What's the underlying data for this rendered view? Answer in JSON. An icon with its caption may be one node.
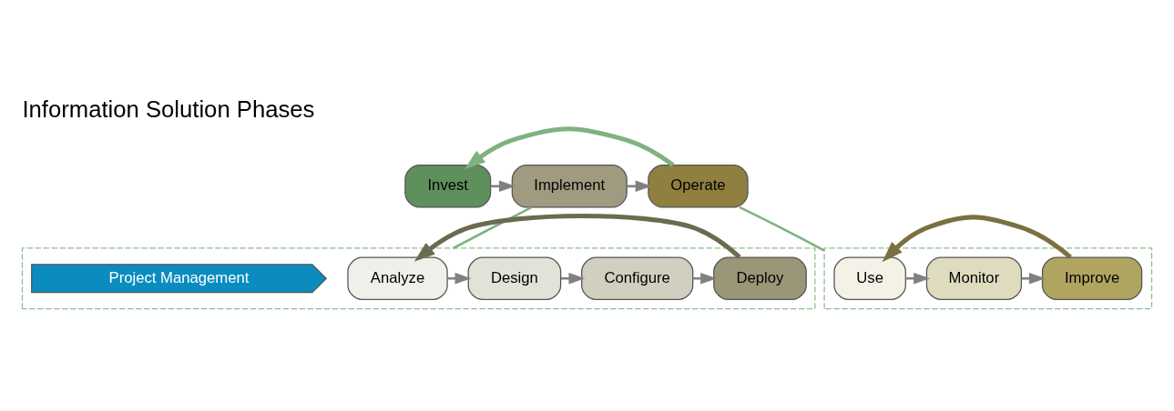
{
  "diagram": {
    "title": "Information Solution Phases",
    "nodes": [
      {
        "text": [
          "Invest"
        ]
      },
      {
        "text": [
          "Implement"
        ]
      },
      {
        "text": [
          "Operate"
        ]
      },
      {
        "text": [],
        "shape": "box"
      },
      {
        "text": [
          "Analyze"
        ],
        "in": 3
      },
      {
        "text": [
          "Design"
        ],
        "in": 3
      },
      {
        "text": [
          "Configure"
        ],
        "in": 3
      },
      {
        "text": [
          "Deploy"
        ],
        "in": 3
      },
      {
        "text": [
          "Project Management"
        ],
        "in": 3
      },
      {
        "text": [],
        "shape": "box"
      },
      {
        "text": [
          "Use"
        ],
        "in": 9
      },
      {
        "text": [
          "Monitor"
        ],
        "in": 9
      },
      {
        "text": [
          "Improve"
        ],
        "in": 9
      }
    ],
    "edges": [
      {
        "from": 0,
        "to": 1,
        "arrow": "to"
      },
      {
        "from": 1,
        "to": 2,
        "arrow": "to"
      },
      {
        "from": 2,
        "to": 0,
        "arrow": "to",
        "style": "thick",
        "color": "#7fb27f"
      },
      {
        "from": 1,
        "to": 3,
        "arrow": "none",
        "color": "#7fb27f"
      },
      {
        "from": 2,
        "to": 9,
        "arrow": "none",
        "color": "#7fb27f"
      },
      {
        "from": 4,
        "to": 5,
        "arrow": "to"
      },
      {
        "from": 5,
        "to": 6,
        "arrow": "to"
      },
      {
        "from": 6,
        "to": 7,
        "arrow": "to"
      },
      {
        "from": 7,
        "to": 4,
        "arrow": "to",
        "style": "thick",
        "color": "#6b6b4f"
      },
      {
        "from": 10,
        "to": 11,
        "arrow": "to"
      },
      {
        "from": 11,
        "to": 12,
        "arrow": "to"
      },
      {
        "from": 12,
        "to": 10,
        "arrow": "to",
        "style": "thick",
        "color": "#7a7040"
      }
    ]
  }
}
